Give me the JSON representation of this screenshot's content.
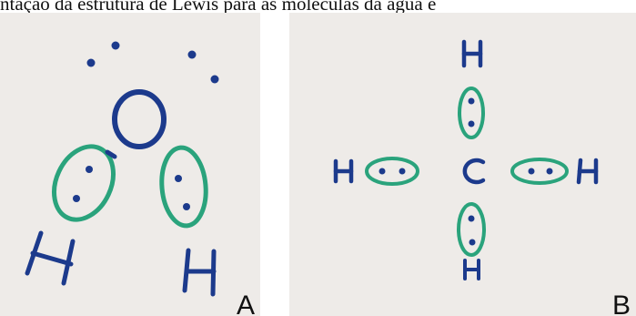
{
  "caption": "ntação da estrutura de Lewis para as moléculas da água e",
  "panel_a": {
    "corner_label": "A",
    "atoms": {
      "center": "O",
      "left": "H",
      "right": "H"
    }
  },
  "panel_b": {
    "corner_label": "B",
    "atoms": {
      "center": "C",
      "top": "H",
      "left": "H",
      "right": "H",
      "bottom": "H"
    }
  },
  "colors": {
    "ink_blue": "#1c3a8c",
    "ink_green": "#2aa37c",
    "paper": "#eeebe8"
  }
}
